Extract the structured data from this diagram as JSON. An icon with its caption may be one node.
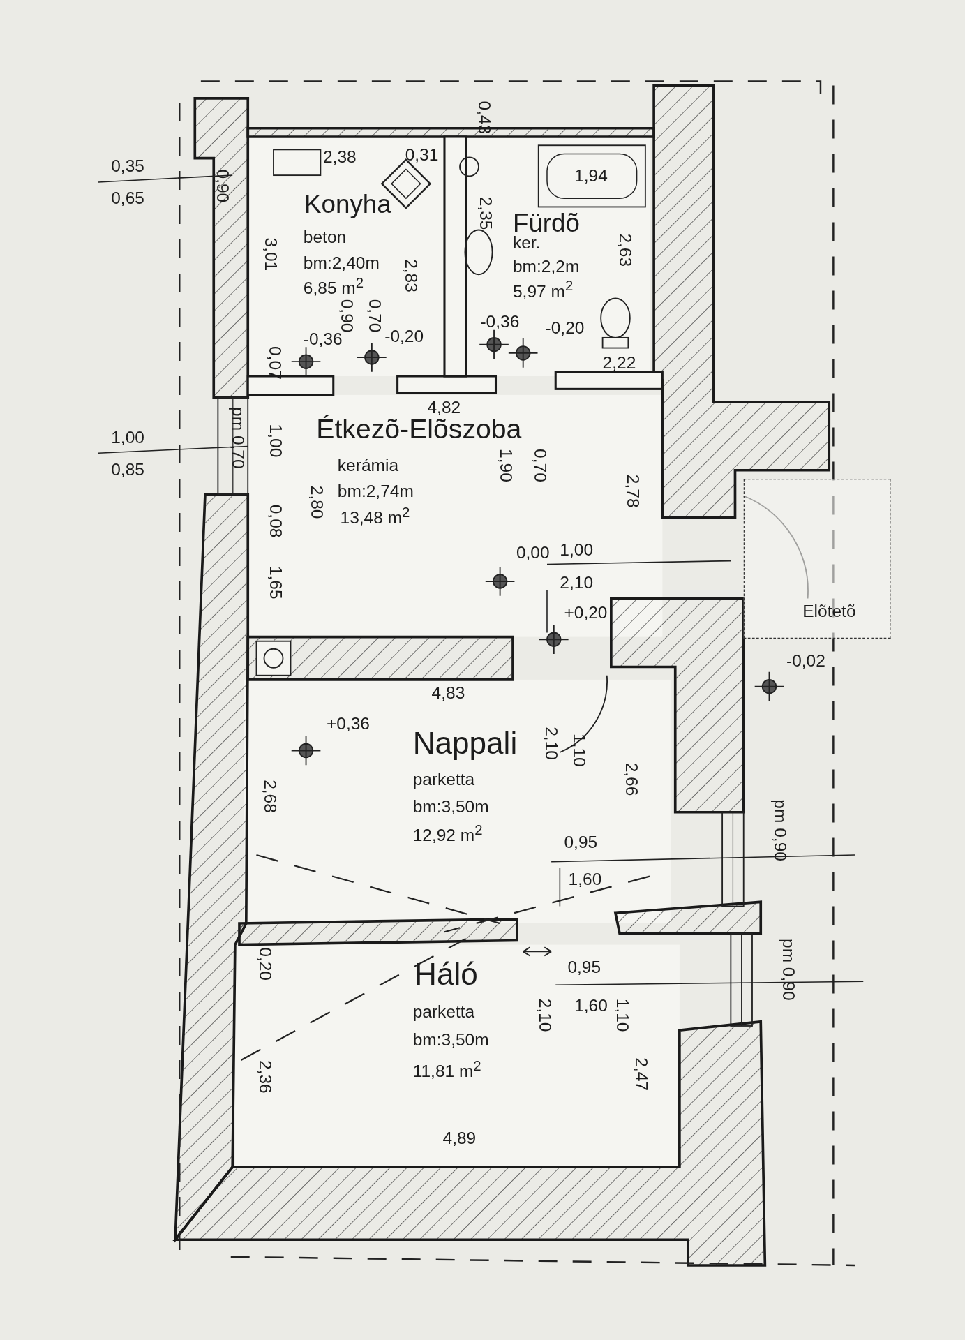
{
  "diagram": {
    "nodes": [
      {
        "text": [
          "Konyha",
          "beton",
          "bm:2,40m",
          "6,85 m$^{2}$"
        ]
      },
      {
        "text": [
          "Fürdõ",
          "ker.",
          "bm:2,2m",
          "5,97 m$^{2}$"
        ]
      },
      {
        "text": [
          "Étkezõ-Elõszoba",
          "kerámia",
          "bm:2,74m",
          "13,48 m$^{2}$"
        ]
      },
      {
        "text": [
          "Nappali",
          "parketta",
          "bm:3,50m",
          "12,92 m$^{2}$"
        ]
      },
      {
        "text": [
          "Háló",
          "parketta",
          "bm:3,50m",
          "11,81 m$^{2}$"
        ]
      },
      {
        "text": [
          "Elõtetõ"
        ]
      }
    ],
    "labels": [
      "0,35",
      "0,65",
      "0,90",
      "2,38",
      "0,31",
      "0,43",
      "1,94",
      "3,01",
      "0,90",
      "0,70",
      "2,83",
      "-0,36",
      "-0,20",
      "0,07",
      "2,35",
      "2,63",
      "-0,36",
      "-0,20",
      "2,22",
      "4,82",
      "1,00",
      "0,85",
      "pm 0,70",
      "1,00",
      "2,80",
      "1,90",
      "0,70",
      "2,78",
      "0,08",
      "0,00",
      "1,00",
      "1,65",
      "2,10",
      "+0,20",
      "-0,02",
      "4,83",
      "+0,36",
      "2,10",
      "1,10",
      "2,68",
      "2,66",
      "pm 0,90",
      "0,95",
      "1,60",
      "0,20",
      "0,95",
      "1,60",
      "2,10",
      "1,10",
      "pm 0,90",
      "2,36",
      "2,47",
      "4,89"
    ]
  }
}
